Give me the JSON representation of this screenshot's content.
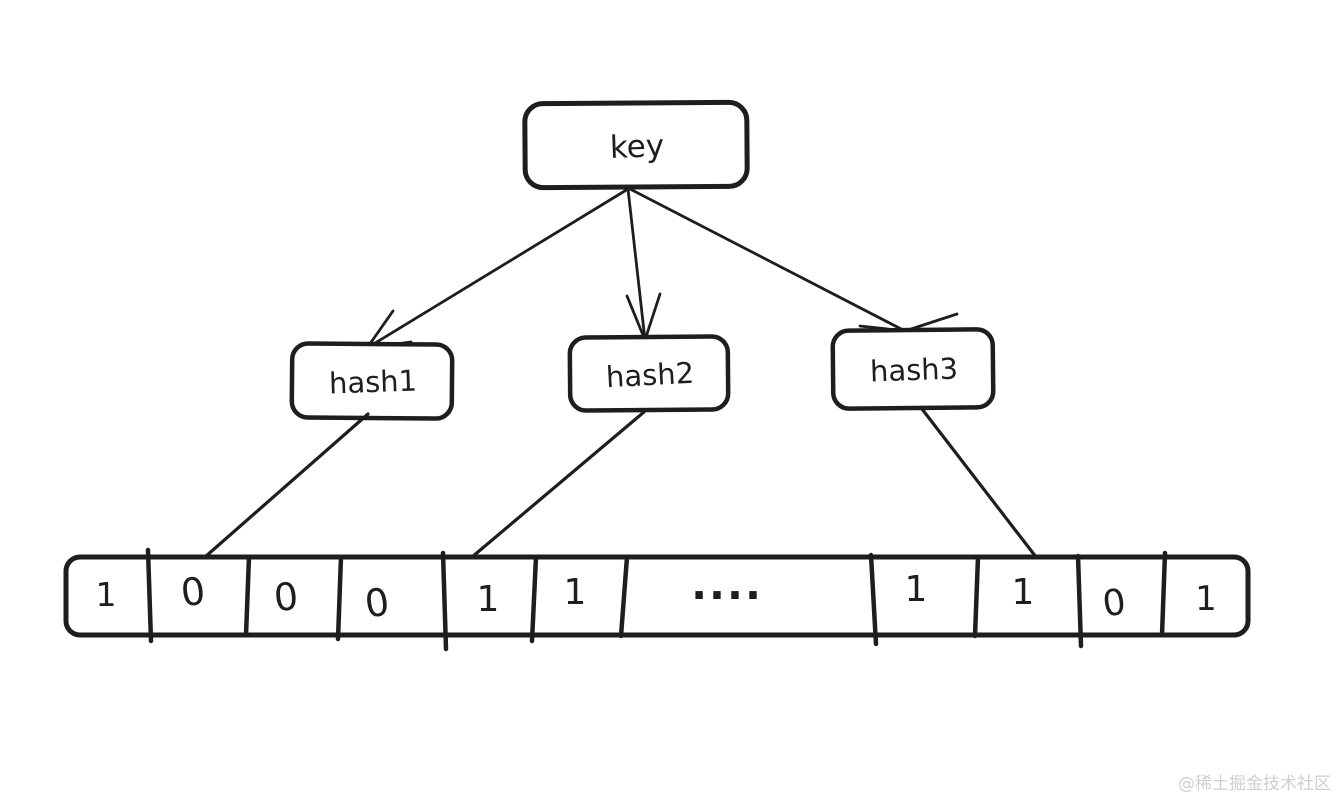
{
  "diagram_type": "bloom-filter",
  "colors": {
    "ink": "#1e1e1e",
    "background": "#ffffff",
    "watermark_gray": "#cfcfcf"
  },
  "nodes": {
    "key": {
      "label": "key"
    },
    "hash1": {
      "label": "hash1"
    },
    "hash2": {
      "label": "hash2"
    },
    "hash3": {
      "label": "hash3"
    }
  },
  "edges": [
    {
      "from": "key",
      "to": "hash1",
      "arrowhead": true
    },
    {
      "from": "key",
      "to": "hash2",
      "arrowhead": true
    },
    {
      "from": "key",
      "to": "hash3",
      "arrowhead": true
    },
    {
      "from": "hash1",
      "to": "bit-array",
      "arrowhead": false
    },
    {
      "from": "hash2",
      "to": "bit-array",
      "arrowhead": false
    },
    {
      "from": "hash3",
      "to": "bit-array",
      "arrowhead": false
    }
  ],
  "bit_array": {
    "cells": [
      "1",
      "0",
      "0",
      "0",
      "1",
      "1",
      "....",
      "1",
      "1",
      "0",
      "1"
    ]
  },
  "watermark": {
    "text": "@稀土掘金技术社区"
  }
}
